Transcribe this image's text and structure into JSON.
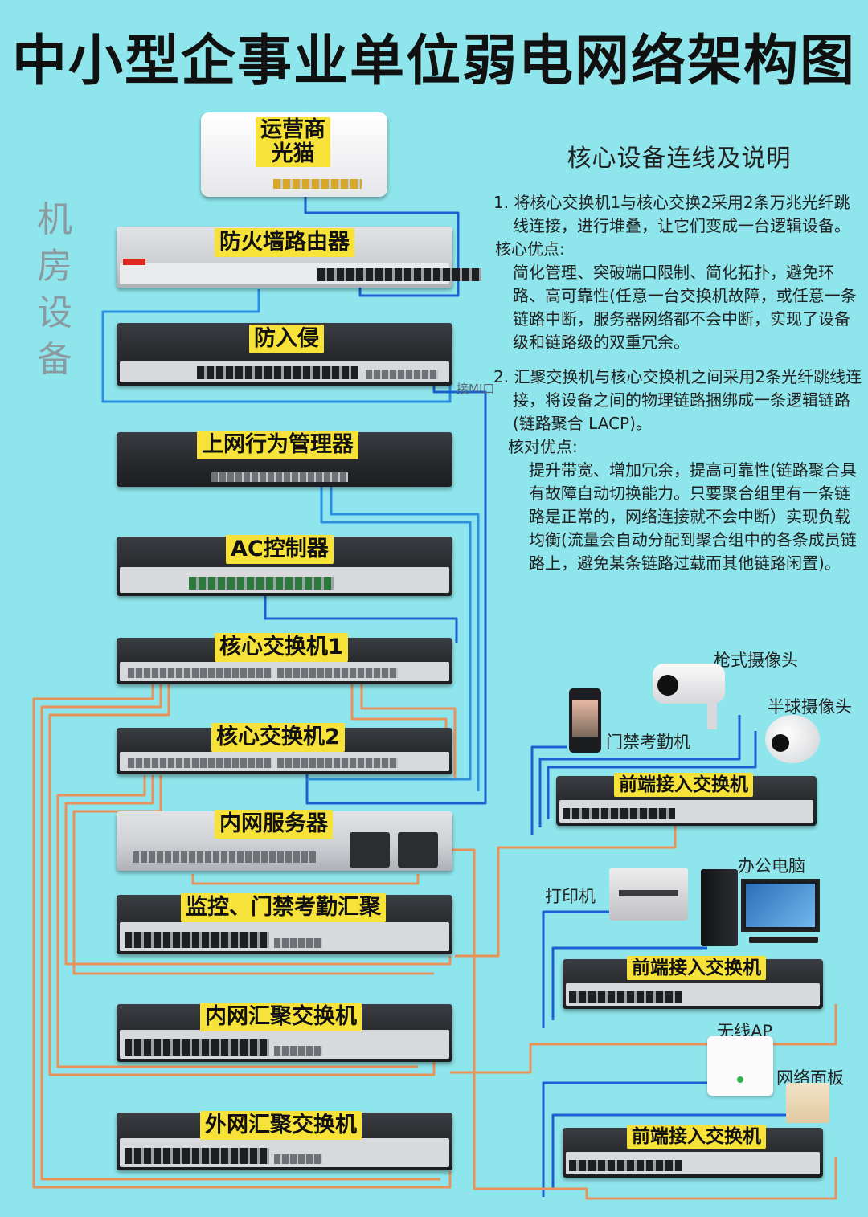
{
  "title": "中小型企事业单位弱电网络架构图",
  "side_label": [
    "机",
    "房",
    "设",
    "备"
  ],
  "devices": {
    "modem": "运营商\n光猫",
    "firewall": "防火墙路由器",
    "ips": "防入侵",
    "behavior": "上网行为管理器",
    "ac": "AC控制器",
    "core1": "核心交换机1",
    "core2": "核心交换机2",
    "server": "内网服务器",
    "cctv_agg": "监控、门禁考勤汇聚",
    "lan_agg": "内网汇聚交换机",
    "wan_agg": "外网汇聚交换机",
    "access1": "前端接入交换机",
    "access2": "前端接入交换机",
    "access3": "前端接入交换机"
  },
  "mgmt_port": "接MI口",
  "endpoints": {
    "bullet_cam": "枪式摄像头",
    "dome_cam": "半球摄像头",
    "door_terminal": "门禁考勤机",
    "office_pc": "办公电脑",
    "printer": "打印机",
    "wireless_ap": "无线AP",
    "network_panel": "网络面板"
  },
  "panel": {
    "title": "核心设备连线及说明",
    "item1": "1. 将核心交换机1与核心交换2采用2条万兆光纤跳线连接，进行堆叠，让它们变成一台逻辑设备。",
    "item1_head": "核心优点:",
    "item1_body": "简化管理、突破端口限制、简化拓扑，避免环路、高可靠性(任意一台交换机故障，或任意一条链路中断，服务器网络都不会中断，实现了设备级和链路级的双重冗余。",
    "item2": "2. 汇聚交换机与核心交换机之间采用2条光纤跳线连接，将设备之间的物理链路捆绑成一条逻辑链路(链路聚合 LACP)。",
    "item2_head": "核对优点:",
    "item2_body": "提升带宽、增加冗余，提高可靠性(链路聚合具有故障自动切换能力。只要聚合组里有一条链路是正常的，网络连接就不会中断）实现负载均衡(流量会自动分配到聚合组中的各条成员链路上，避免某条链路过载而其他链路闲置)。"
  },
  "colors": {
    "background": "#8ee6ec",
    "label": "#f7e23a",
    "wire_blue": "#1c5fd0",
    "wire_orange": "#e8935a"
  }
}
